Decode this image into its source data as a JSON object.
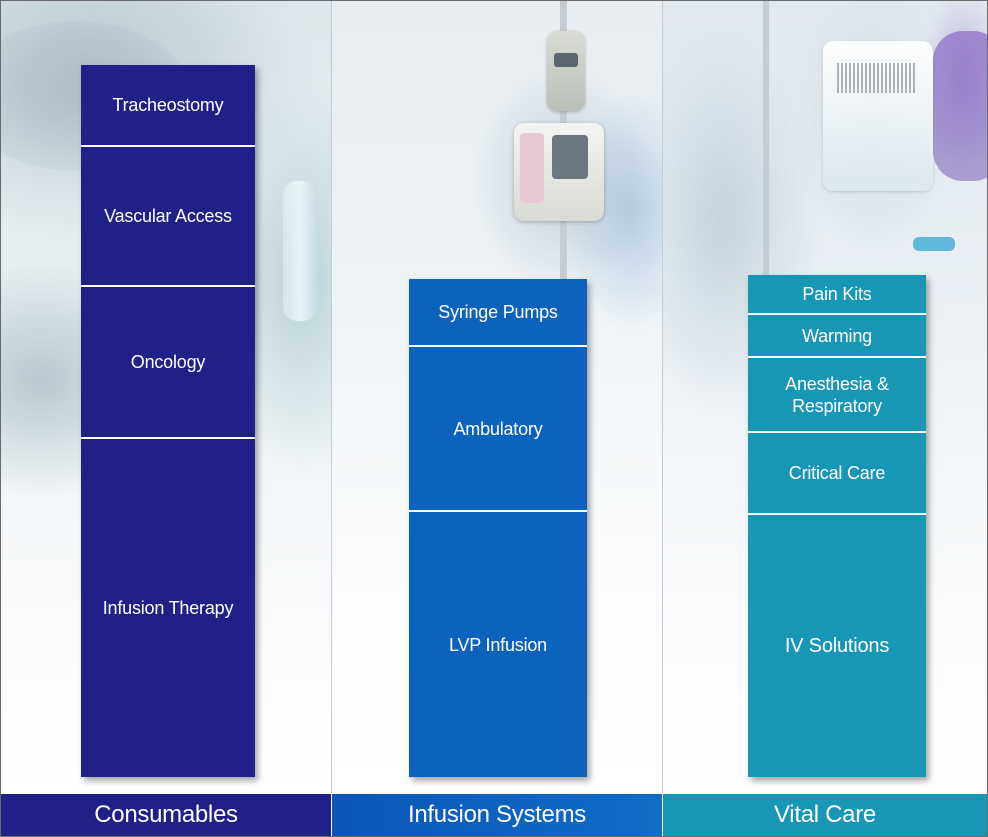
{
  "colors": {
    "consumables": "#1f2189",
    "infusion": "#0c62bd",
    "vital": "#1896b6"
  },
  "consumables": {
    "footer": "Consumables",
    "items": [
      {
        "label": "Tracheostomy"
      },
      {
        "label": "Vascular Access"
      },
      {
        "label": "Oncology"
      },
      {
        "label": "Infusion Therapy"
      }
    ]
  },
  "infusion": {
    "footer": "Infusion Systems",
    "items": [
      {
        "label": "Syringe Pumps"
      },
      {
        "label": "Ambulatory"
      },
      {
        "label": "LVP Infusion"
      }
    ]
  },
  "vital": {
    "footer": "Vital Care",
    "items": [
      {
        "label": "Pain Kits"
      },
      {
        "label": "Warming"
      },
      {
        "label": "Anesthesia &\nRespiratory"
      },
      {
        "label": "Critical Care"
      },
      {
        "label": "IV Solutions"
      }
    ]
  }
}
